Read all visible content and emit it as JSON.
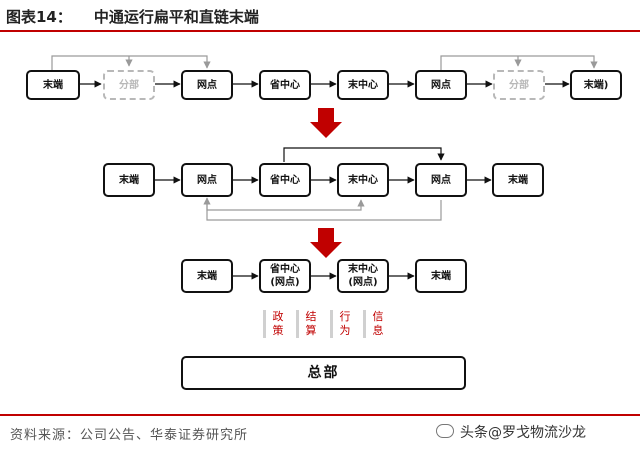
{
  "header": {
    "title": "图表14：",
    "subtitle": "中通运行扁平和直链末端"
  },
  "diagram": {
    "row1": [
      "末端",
      "分部",
      "网点",
      "省中心",
      "末中心",
      "网点",
      "分部",
      "末端)"
    ],
    "row2": [
      "末端",
      "网点",
      "省中心",
      "末中心",
      "网点",
      "末端"
    ],
    "row3": [
      "末端",
      "省中心\n(网点)",
      "末中心\n(网点)",
      "末端"
    ],
    "functions": [
      "政策",
      "结算",
      "行为",
      "信息"
    ],
    "hq": "总部",
    "colors": {
      "arrow": "#c00000",
      "dashed": "#b8b8b8",
      "line": "#111111",
      "grey_line": "#9a9a9a"
    }
  },
  "footer": {
    "source": "资料来源：公司公告、华泰证券研究所",
    "watermark": "头条@罗戈物流沙龙"
  }
}
